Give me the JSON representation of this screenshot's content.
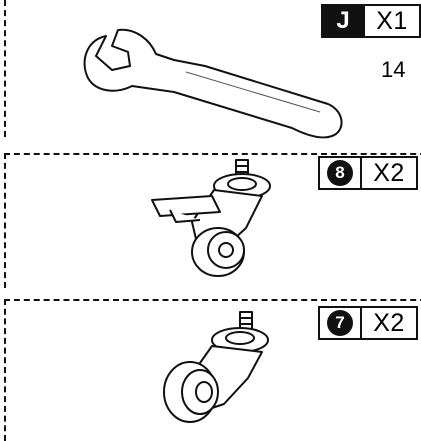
{
  "parts": [
    {
      "code": "J",
      "quantity": "X1",
      "size": "14",
      "icon": "wrench-icon"
    },
    {
      "code": "8",
      "quantity": "X2",
      "icon": "caster-with-brake-icon"
    },
    {
      "code": "7",
      "quantity": "X2",
      "icon": "caster-icon"
    }
  ]
}
